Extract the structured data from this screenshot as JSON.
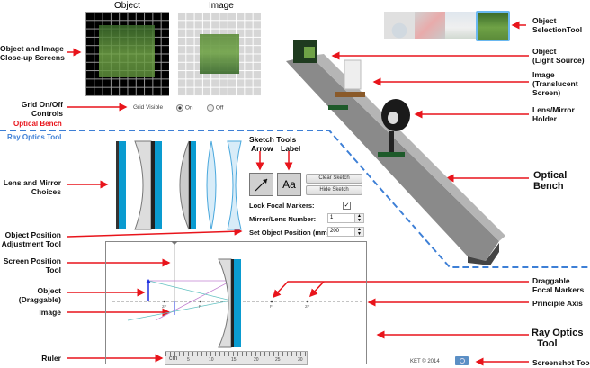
{
  "closeup": {
    "object_title": "Object",
    "image_title": "Image",
    "grid_visible_label": "Grid Visible",
    "grid_on": "On",
    "grid_off": "Off",
    "grid_state": "On"
  },
  "sections": {
    "optical_bench": "Optical Bench",
    "ray_optics_tool": "Ray Optics Tool"
  },
  "sketch": {
    "title": "Sketch Tools",
    "arrow": "Arrow",
    "label": "Label",
    "label_button": "Aa",
    "clear": "Clear Sketch",
    "hide": "Hide Sketch"
  },
  "controls": {
    "lock_focal": "Lock Focal Markers:",
    "lock_focal_checked": true,
    "mirror_lens_number_label": "Mirror/Lens Number:",
    "mirror_lens_number": "1",
    "object_position_label": "Set Object Position (mm):",
    "object_position": "200"
  },
  "focal_marks": {
    "left_2f": "2F",
    "left_f": "F",
    "right_f": "F",
    "right_2f": "2F"
  },
  "ruler": {
    "unit": "cm",
    "ticks": [
      "5",
      "10",
      "15",
      "20",
      "25",
      "30"
    ]
  },
  "footer": {
    "copyright": "KET © 2014"
  },
  "annotations": {
    "closeup_screens": "Object and Image\nClose-up Screens",
    "grid_controls": "Grid On/Off\nControls",
    "lens_choices": "Lens and Mirror\nChoices",
    "object_position_tool": "Object Position\nAdjustment Tool",
    "screen_position_tool": "Screen Position\nTool",
    "object_draggable": "Object\n(Draggable)",
    "image": "Image",
    "ruler": "Ruler",
    "object_selection_tool": "Object\nSelectionTool",
    "object_light_source": "Object\n(Light Source)",
    "image_screen": "Image\n(Translucent\nScreen)",
    "lens_holder": "Lens/Mirror\nHolder",
    "optical_bench": "Optical\nBench",
    "focal_markers": "Draggable\nFocal Markers",
    "principle_axis": "Principle Axis",
    "ray_optics_tool": "Ray Optics\n  Tool",
    "screenshot_tool": "Screenshot Tool"
  },
  "colors": {
    "arrow": "#e8141b",
    "dash": "#3d7fd6",
    "mirror": "#0a9bd0"
  }
}
